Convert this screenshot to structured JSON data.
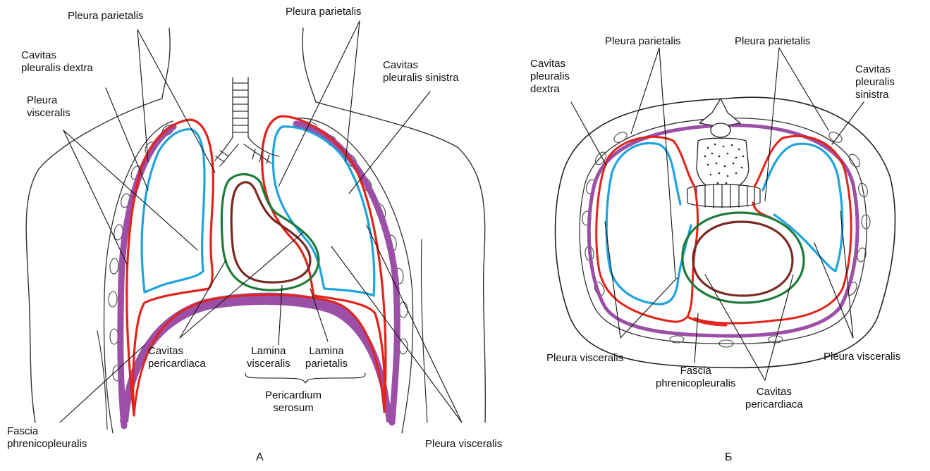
{
  "panel_a": {
    "letter": "А",
    "labels": {
      "pleura_parietalis_left": "Pleura parietalis",
      "pleura_parietalis_top": "Pleura parietalis",
      "cavitas_dextra": "Cavitas\npleuralis dextra",
      "cavitas_sinistra": "Cavitas\npleuralis sinistra",
      "pleura_visceralis_left": "Pleura\nvisceralis",
      "cavitas_pericardiaca": "Cavitas\npericardiaca",
      "lamina_visceralis": "Lamina\nvisceralis",
      "lamina_parietalis": "Lamina\nparietalis",
      "pericardium_serosum": "Pericardium\nserosum",
      "fascia_phrenicopleuralis": "Fascia\nphrenicopleuralis",
      "pleura_visceralis_bottom": "Pleura visceralis"
    }
  },
  "panel_b": {
    "letter": "Б",
    "labels": {
      "pleura_parietalis_left": "Pleura parietalis",
      "pleura_parietalis_right": "Pleura parietalis",
      "cavitas_dextra": "Cavitas\npleuralis\ndextra",
      "cavitas_sinistra": "Cavitas\npleuralis\nsinistra",
      "pleura_visceralis_left": "Pleura visceralis",
      "pleura_visceralis_right": "Pleura visceralis",
      "fascia_phrenicopleuralis": "Fascia\nphrenicopleuralis",
      "cavitas_pericardiaca": "Cavitas\npericardiaca"
    }
  },
  "colors": {
    "parietal_red": "#e2231a",
    "visceral_blue": "#1ea3dc",
    "fascia_purple": "#9b4fa6",
    "pericardium_green": "#1e7a3a",
    "pericardium_brown": "#7a2a22",
    "outline": "#222222"
  }
}
